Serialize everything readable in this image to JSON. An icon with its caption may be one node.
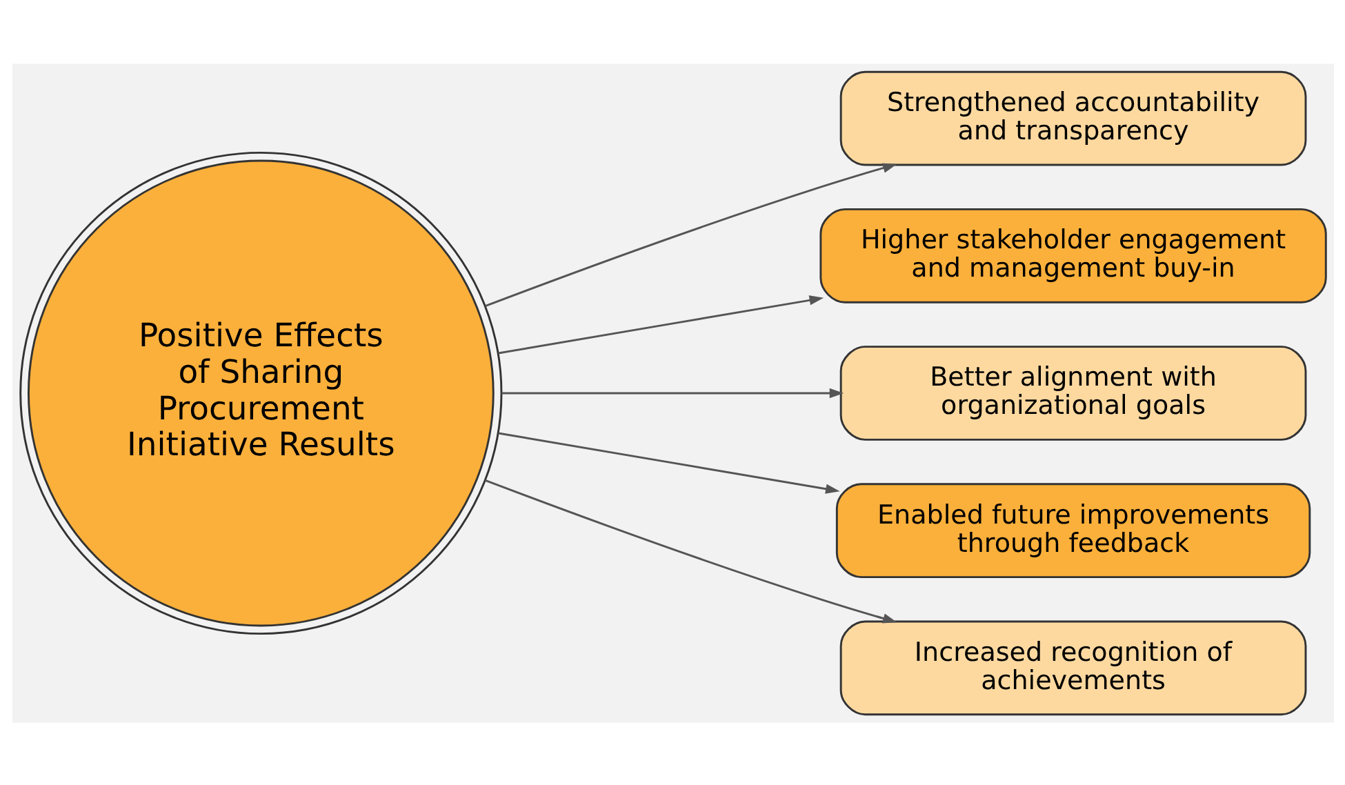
{
  "diagram": {
    "nodes": [
      {
        "text": [
          "Positive Effects of Sharing Procurement Initiative Results"
        ]
      },
      {
        "text": [
          "Strengthened accountability and transparency"
        ]
      },
      {
        "text": [
          "Higher stakeholder engagement and management buy-in"
        ]
      },
      {
        "text": [
          "Better alignment with organizational goals"
        ]
      },
      {
        "text": [
          "Enabled future improvements through feedback"
        ]
      },
      {
        "text": [
          "Increased recognition of achievements"
        ]
      }
    ],
    "edges": [
      {
        "from": 0,
        "to": 1,
        "arrow": "to"
      },
      {
        "from": 0,
        "to": 2,
        "arrow": "to"
      },
      {
        "from": 0,
        "to": 3,
        "arrow": "to"
      },
      {
        "from": 0,
        "to": 4,
        "arrow": "to"
      },
      {
        "from": 0,
        "to": 5,
        "arrow": "to"
      }
    ]
  }
}
